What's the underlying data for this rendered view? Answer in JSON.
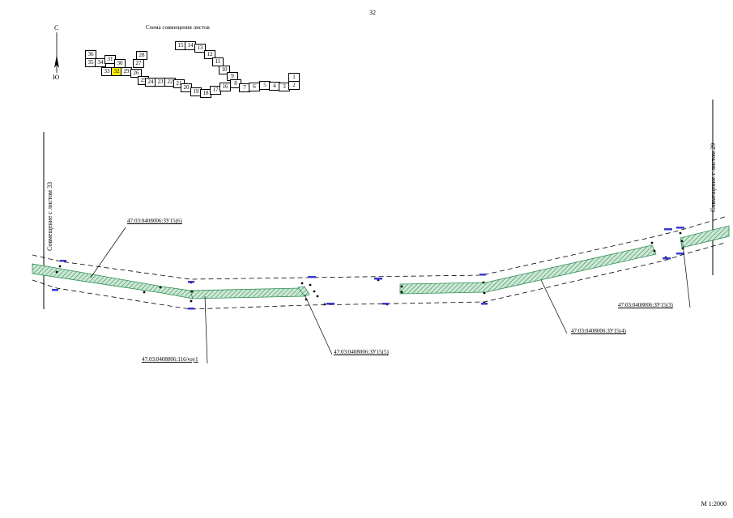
{
  "page_number": "32",
  "scale": "М 1:2000",
  "index_scheme": {
    "title": "Схема совмещения листов",
    "north": "С",
    "south": "Ю",
    "active_sheet": "32",
    "sheets": [
      "36",
      "35",
      "34",
      "31",
      "30",
      "28",
      "27",
      "33",
      "32",
      "29",
      "26",
      "25",
      "24",
      "23",
      "22",
      "21",
      "20",
      "19",
      "18",
      "17",
      "16",
      "15",
      "14",
      "13",
      "12",
      "11",
      "10",
      "9",
      "8",
      "7",
      "6",
      "5",
      "4",
      "3",
      "2",
      "1"
    ]
  },
  "match_lines": {
    "left": "Совмещение с листом 33",
    "right": "Совмещение с листом 29"
  },
  "parcels": [
    "47:03:0408006:ЗУ15(6)",
    "47:03:0408006:116/чзу1",
    "47:03:0408006:ЗУ15(5)",
    "47:03:0408006:ЗУ15(4)",
    "47:03:0408006:ЗУ15(3)"
  ],
  "colors": {
    "parcel_fill": "#cfe8d6",
    "parcel_hatch": "#2f8f55",
    "active_sheet": "#ffee00",
    "point_label": "#3a3ad0"
  }
}
